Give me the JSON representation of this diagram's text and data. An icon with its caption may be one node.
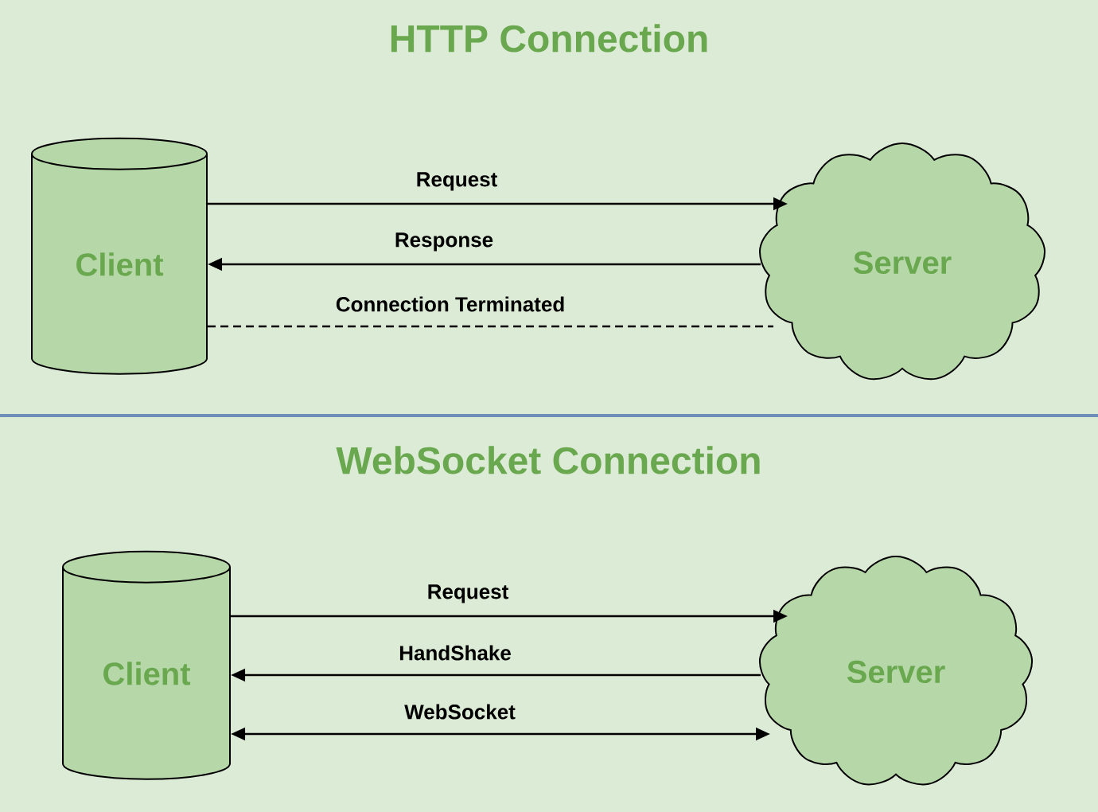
{
  "diagram": {
    "nodes": [
      {
        "text": [
          "Client"
        ]
      },
      {
        "text": [
          "Server"
        ]
      },
      {
        "text": [
          "Client"
        ]
      },
      {
        "text": [
          "Server"
        ]
      }
    ],
    "edges": [
      {
        "from": 0,
        "to": 1,
        "arrow": "to",
        "label": "Request"
      },
      {
        "from": 1,
        "to": 0,
        "arrow": "to",
        "label": "Response"
      },
      {
        "from": 0,
        "to": 1,
        "arrow": "none",
        "label": "Connection Terminated",
        "style": "dashed"
      },
      {
        "from": 2,
        "to": 3,
        "arrow": "to",
        "label": "Request"
      },
      {
        "from": 3,
        "to": 2,
        "arrow": "to",
        "label": "HandShake"
      },
      {
        "from": 2,
        "to": 3,
        "arrow": "both",
        "label": "WebSocket"
      }
    ],
    "labels": [
      "HTTP Connection",
      "WebSocket Connection"
    ]
  }
}
